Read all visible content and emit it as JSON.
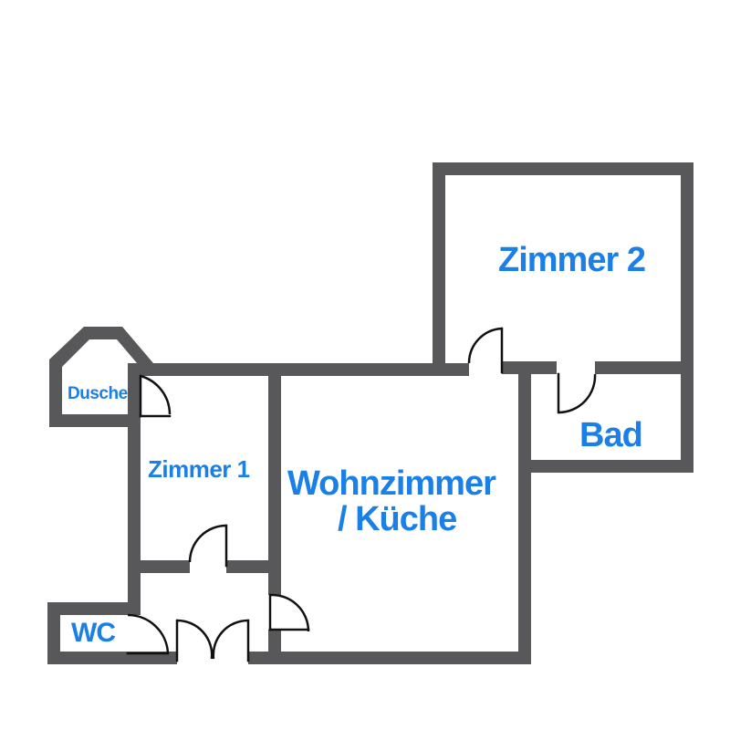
{
  "floorplan": {
    "rooms": {
      "zimmer2": "Zimmer 2",
      "bad": "Bad",
      "dusche": "Dusche",
      "zimmer1": "Zimmer 1",
      "wohnzimmer_line1": "Wohnzimmer",
      "wohnzimmer_line2": "/ Küche",
      "wc": "WC"
    },
    "colors": {
      "wall": "#58585a",
      "label": "#1a7fe6",
      "background": "#ffffff",
      "door_line": "#111111"
    }
  }
}
